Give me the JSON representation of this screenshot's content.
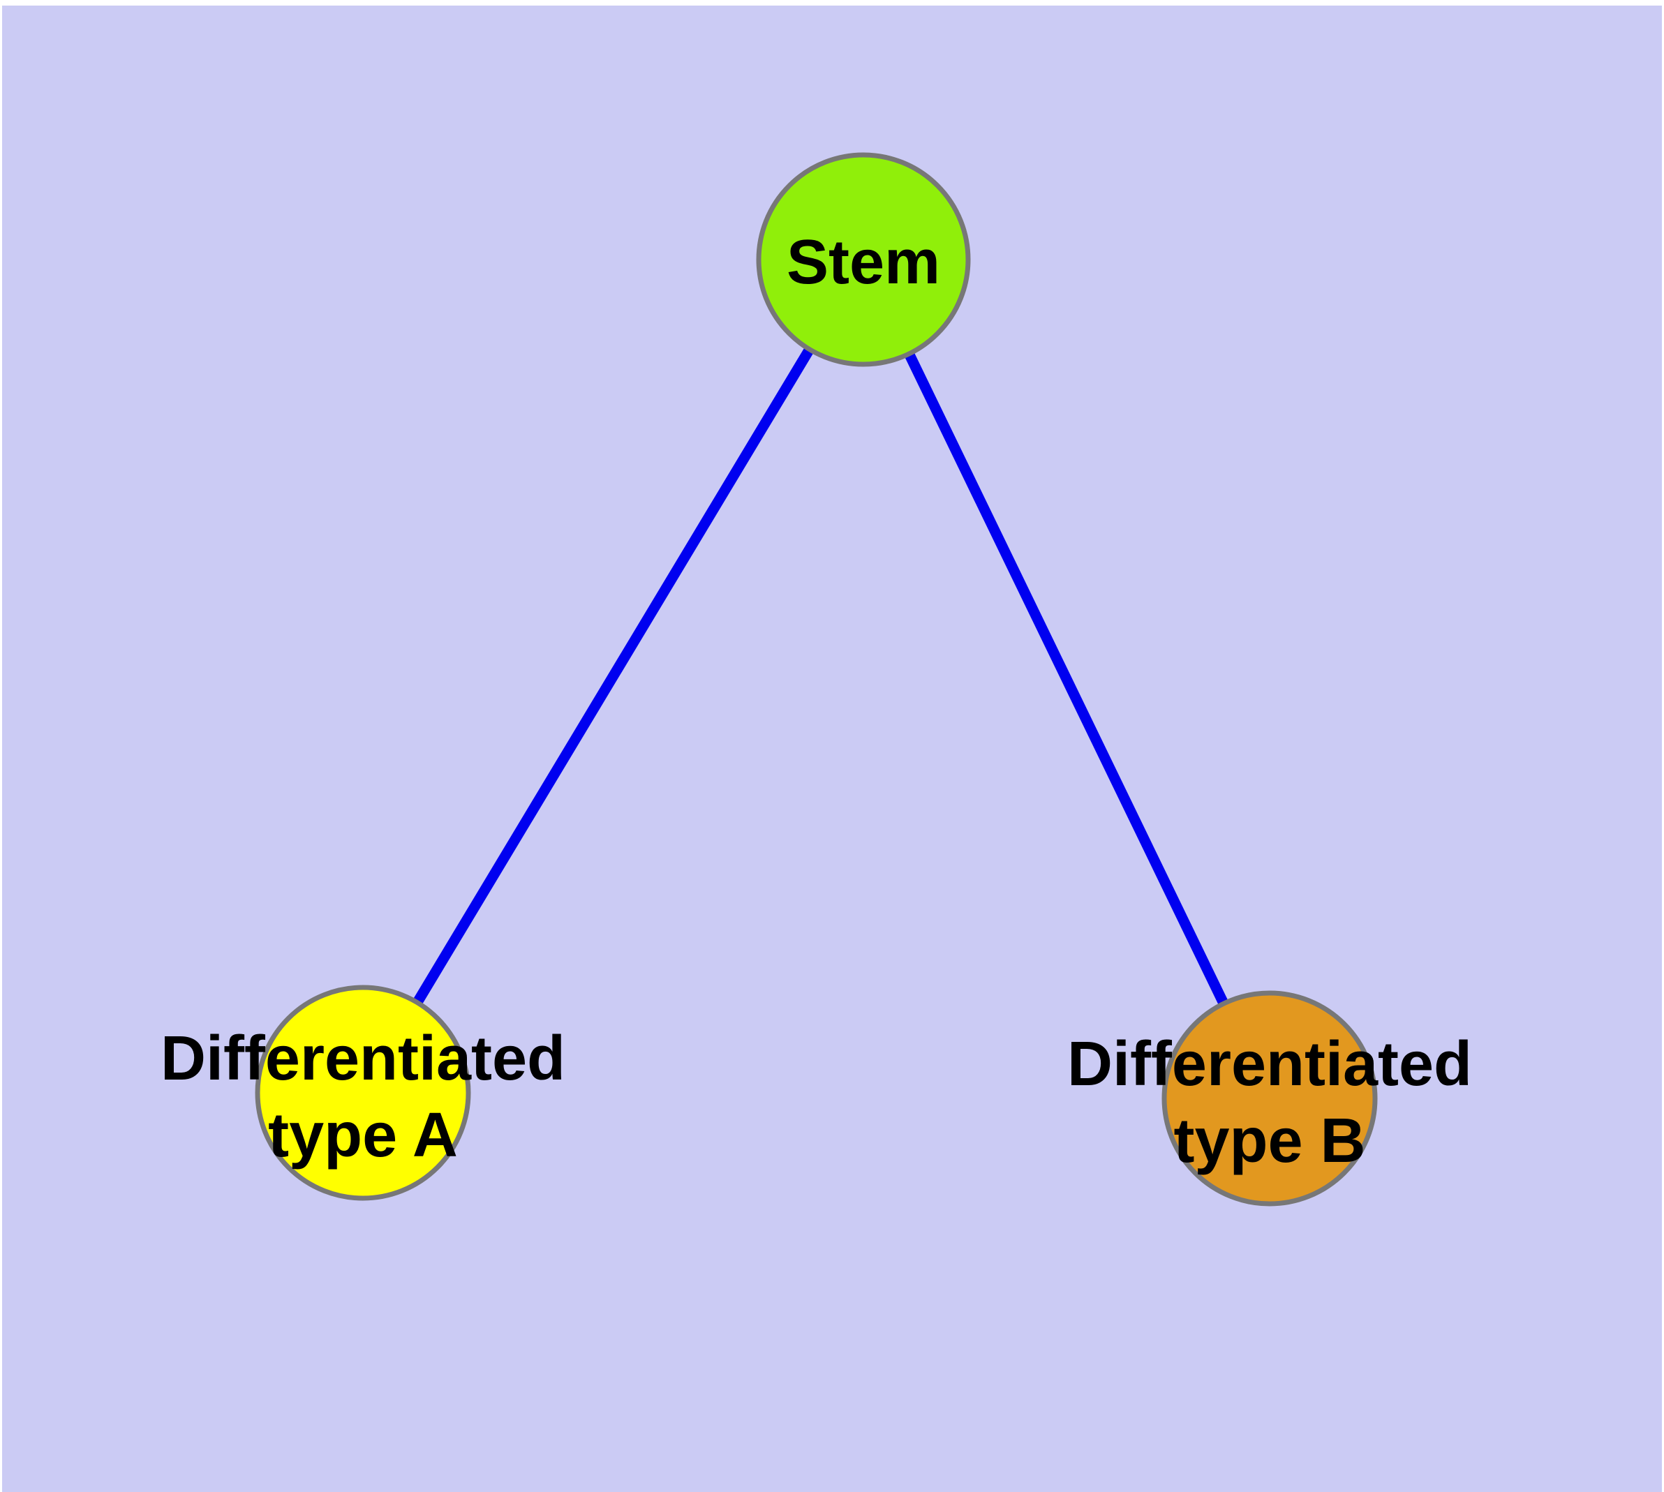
{
  "diagram": {
    "type": "graph",
    "page_background": "#ffffff",
    "background": "#cbcbf4",
    "text_color": "#000000",
    "edge": {
      "color": "#0000f0",
      "connections": [
        {
          "from": "Stem",
          "to": "Differentiated type A"
        },
        {
          "from": "Stem",
          "to": "Differentiated type B"
        }
      ]
    },
    "nodes": {
      "stem": {
        "label": "Stem",
        "fill": "#90ef0a",
        "stroke": "#777777"
      },
      "type_a": {
        "line1": "Differentiated",
        "line2": "type A",
        "fill": "#ffff00",
        "stroke": "#777777"
      },
      "type_b": {
        "line1": "Differentiated",
        "line2": "type B",
        "fill": "#e2981f",
        "stroke": "#777777"
      }
    }
  }
}
